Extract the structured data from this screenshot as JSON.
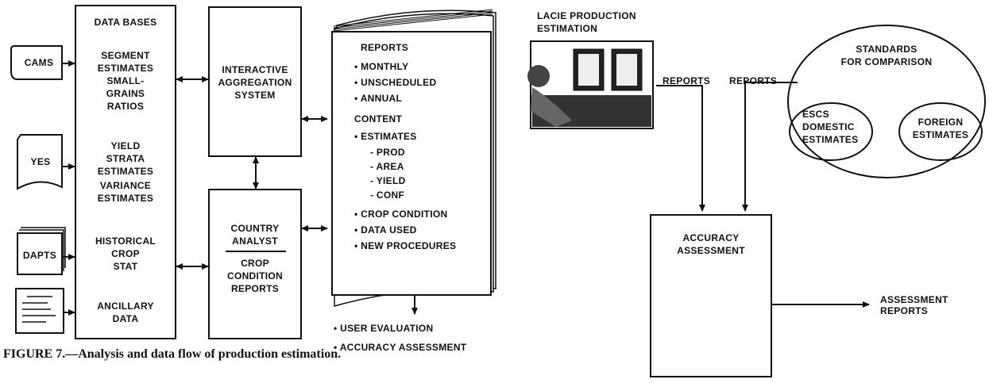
{
  "inputs": {
    "cams": "CAMS",
    "yes": "YES",
    "dapts": "DAPTS"
  },
  "databases": {
    "title": "DATA BASES",
    "items": [
      "SEGMENT",
      "ESTIMATES",
      "SMALL-",
      "GRAINS",
      "RATIOS",
      "YIELD",
      "STRATA",
      "ESTIMATES",
      "VARIANCE",
      "ESTIMATES",
      "HISTORICAL",
      "CROP",
      "STAT",
      "ANCILLARY",
      "DATA"
    ]
  },
  "aggregation": {
    "lines": [
      "INTERACTIVE",
      "AGGREGATION",
      "SYSTEM"
    ]
  },
  "analyst": {
    "top": [
      "COUNTRY",
      "ANALYST"
    ],
    "bottom": [
      "CROP",
      "CONDITION",
      "REPORTS"
    ]
  },
  "reports_book": {
    "title": "REPORTS",
    "types": [
      "• MONTHLY",
      "• UNSCHEDULED",
      "• ANNUAL"
    ],
    "content_title": "CONTENT",
    "estimates": "• ESTIMATES",
    "estimate_items": [
      "- PROD",
      "- AREA",
      "- YIELD",
      "- CONF"
    ],
    "others": [
      "• CROP CONDITION",
      "• DATA USED",
      "• NEW PROCEDURES"
    ]
  },
  "outputs": [
    "• USER EVALUATION",
    "• ACCURACY ASSESSMENT"
  ],
  "lacie": {
    "title": [
      "LACIE PRODUCTION",
      "ESTIMATION"
    ]
  },
  "reports_labels": [
    "REPORTS",
    "REPORTS"
  ],
  "standards": {
    "title": [
      "STANDARDS",
      "FOR COMPARISON"
    ],
    "escs": [
      "ESCS",
      "DOMESTIC",
      "ESTIMATES"
    ],
    "foreign": [
      "FOREIGN",
      "ESTIMATES"
    ]
  },
  "accuracy": {
    "title": [
      "ACCURACY",
      "ASSESSMENT"
    ]
  },
  "assessment_reports": [
    "ASSESSMENT",
    "REPORTS"
  ],
  "caption": "FIGURE 7.—Analysis and data flow of production estimation."
}
